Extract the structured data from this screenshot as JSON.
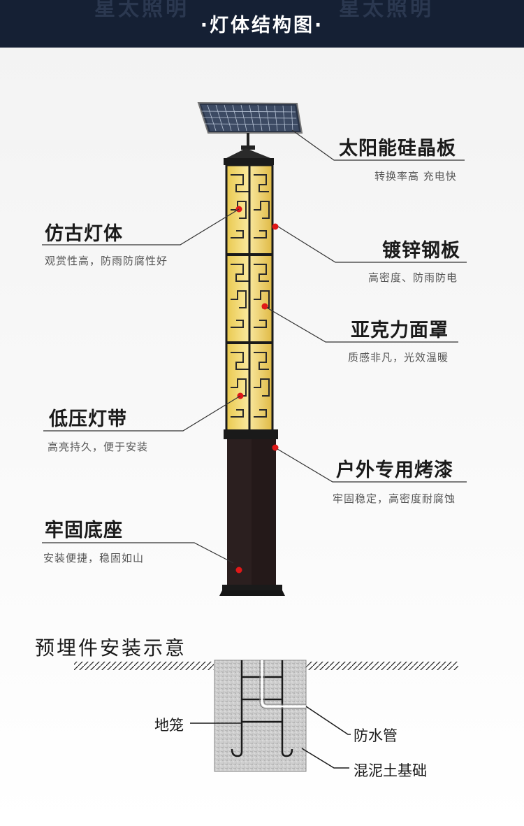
{
  "header": {
    "title": "·灯体结构图·",
    "watermark_left": "星太照明",
    "watermark_right": "星太照明"
  },
  "callouts_right": [
    {
      "title": "太阳能硅晶板",
      "subtitle": "转换率高 充电快"
    },
    {
      "title": "镀锌钢板",
      "subtitle": "高密度、防雨防电"
    },
    {
      "title": "亚克力面罩",
      "subtitle": "质感非凡，光效温暖"
    },
    {
      "title": "户外专用烤漆",
      "subtitle": "牢固稳定，高密度耐腐蚀"
    }
  ],
  "callouts_left": [
    {
      "title": "仿古灯体",
      "subtitle": "观赏性高，防雨防腐性好"
    },
    {
      "title": "低压灯带",
      "subtitle": "高亮持久，便于安装"
    },
    {
      "title": "牢固底座",
      "subtitle": "安装便捷，稳固如山"
    }
  ],
  "installation": {
    "title": "预埋件安装示意",
    "cage_label": "地笼",
    "pipe_label": "防水管",
    "concrete_label": "混泥土基础"
  },
  "colors": {
    "header_bg": "#152034",
    "lamp_body": "#1c1c1c",
    "lamp_glow": "#f2dc7a",
    "marker_dot": "#e01818"
  }
}
